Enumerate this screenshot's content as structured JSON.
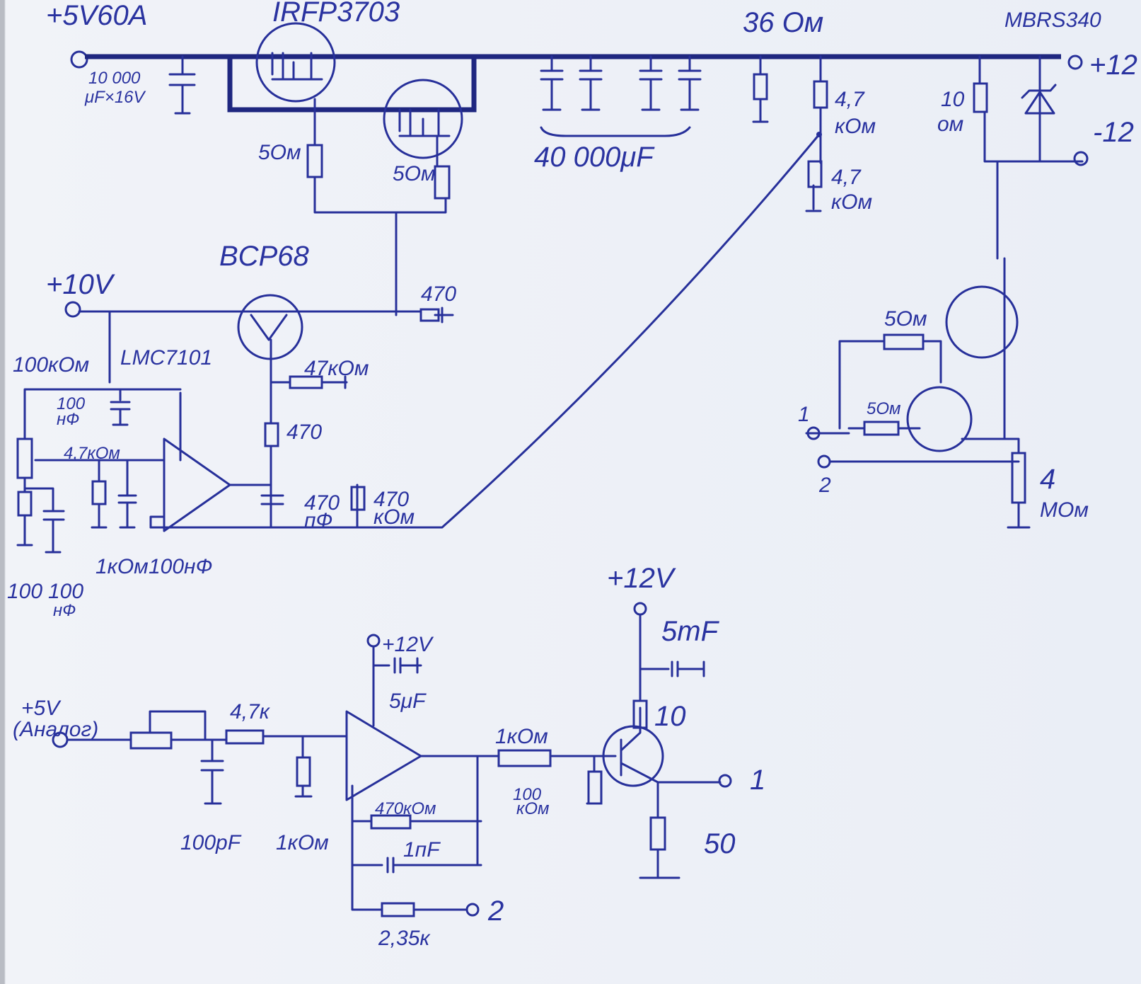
{
  "labels": {
    "supply_main": "+5V60A",
    "mosfet": "IRFP3703",
    "res_36": "36 Ом",
    "diode": "MBRS340",
    "out_plus": "+12",
    "out_minus": "-12",
    "cap_main_1": "10 000",
    "cap_main_2": "μF×16V",
    "gate_res_1": "5Ом",
    "gate_res_2": "5Ом",
    "caps_bank": "40 000μF",
    "div_top_1": "4,7",
    "div_top_2": "кОм",
    "div_bot_1": "4,7",
    "div_bot_2": "кОм",
    "res_10_1": "10",
    "res_10_2": "ом",
    "transistor": "BCP68",
    "supply_10v": "+10V",
    "res_470_base": "470",
    "opamp1": "LMC7101",
    "pot_100k": "100кОм",
    "cap_100nf_1": "100",
    "cap_100nf_2": "нФ",
    "res_47k": "47кОм",
    "res_4k7": "4,7кОм",
    "res_470_em": "470",
    "cap_470pf_1": "470",
    "cap_470pf_2": "пФ",
    "res_470k_1": "470",
    "res_470k_2": "кОм",
    "res_1k": "1кОм",
    "cap_100nf_b": "100нФ",
    "res_100": "100",
    "cap_100_1": "100",
    "cap_100_2": "нФ",
    "gate_r_a": "5Ом",
    "gate_r_b": "5Ом",
    "term_1": "1",
    "term_2": "2",
    "res_4m_1": "4",
    "res_4m_2": "МОм",
    "supply_12v_a": "+12V",
    "cap_5mf_a": "5mF",
    "res_10b": "10",
    "supply_12v_b": "+12V",
    "cap_5uf_b": "5μF",
    "supply_5v_1": "+5V",
    "supply_5v_2": "(Аналог)",
    "res_4k7_b": "4,7к",
    "cap_100pf": "100pF",
    "res_1k_b": "1кОм",
    "res_1k_c": "1кОм",
    "res_100k": "100",
    "res_100k_2": "кОм",
    "res_470k_fb": "470кОм",
    "cap_1nf": "1пF",
    "res_2k35": "2,35к",
    "out_term_1": "1",
    "out_term_2": "2",
    "res_50": "50"
  }
}
